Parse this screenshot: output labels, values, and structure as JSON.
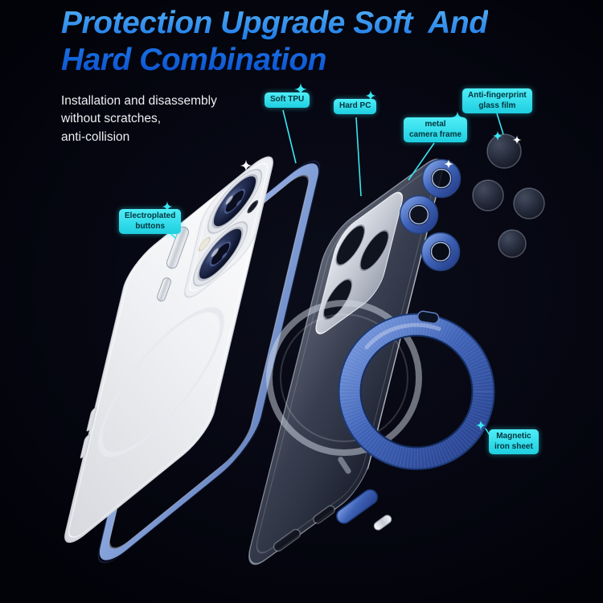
{
  "page": {
    "title_line1": "Protection Upgrade Soft  And",
    "title_line2": "Hard Combination",
    "subtitle": "Installation and disassembly\nwithout scratches,\nanti-collision"
  },
  "callouts": {
    "soft_tpu": "Soft TPU",
    "hard_pc": "Hard PC",
    "metal_camera_frame": "metal\ncamera frame",
    "anti_fingerprint_glass_film": "Anti-fingerprint\nglass film",
    "electroplated_buttons": "Electroplated\nbuttons",
    "magnetic_iron_sheet": "Magnetic\niron sheet"
  },
  "icons": {
    "sparkle": "four-point-star"
  },
  "colors": {
    "background": "#05060f",
    "title_gradient_top": "#55b2f5",
    "title_gradient_bottom": "#0a4cce",
    "callout_background": "#2ee3ef",
    "callout_text": "#04343d",
    "tpu_frame_blue": "#8ba6dc",
    "ring_blue": "#3f63b8"
  }
}
